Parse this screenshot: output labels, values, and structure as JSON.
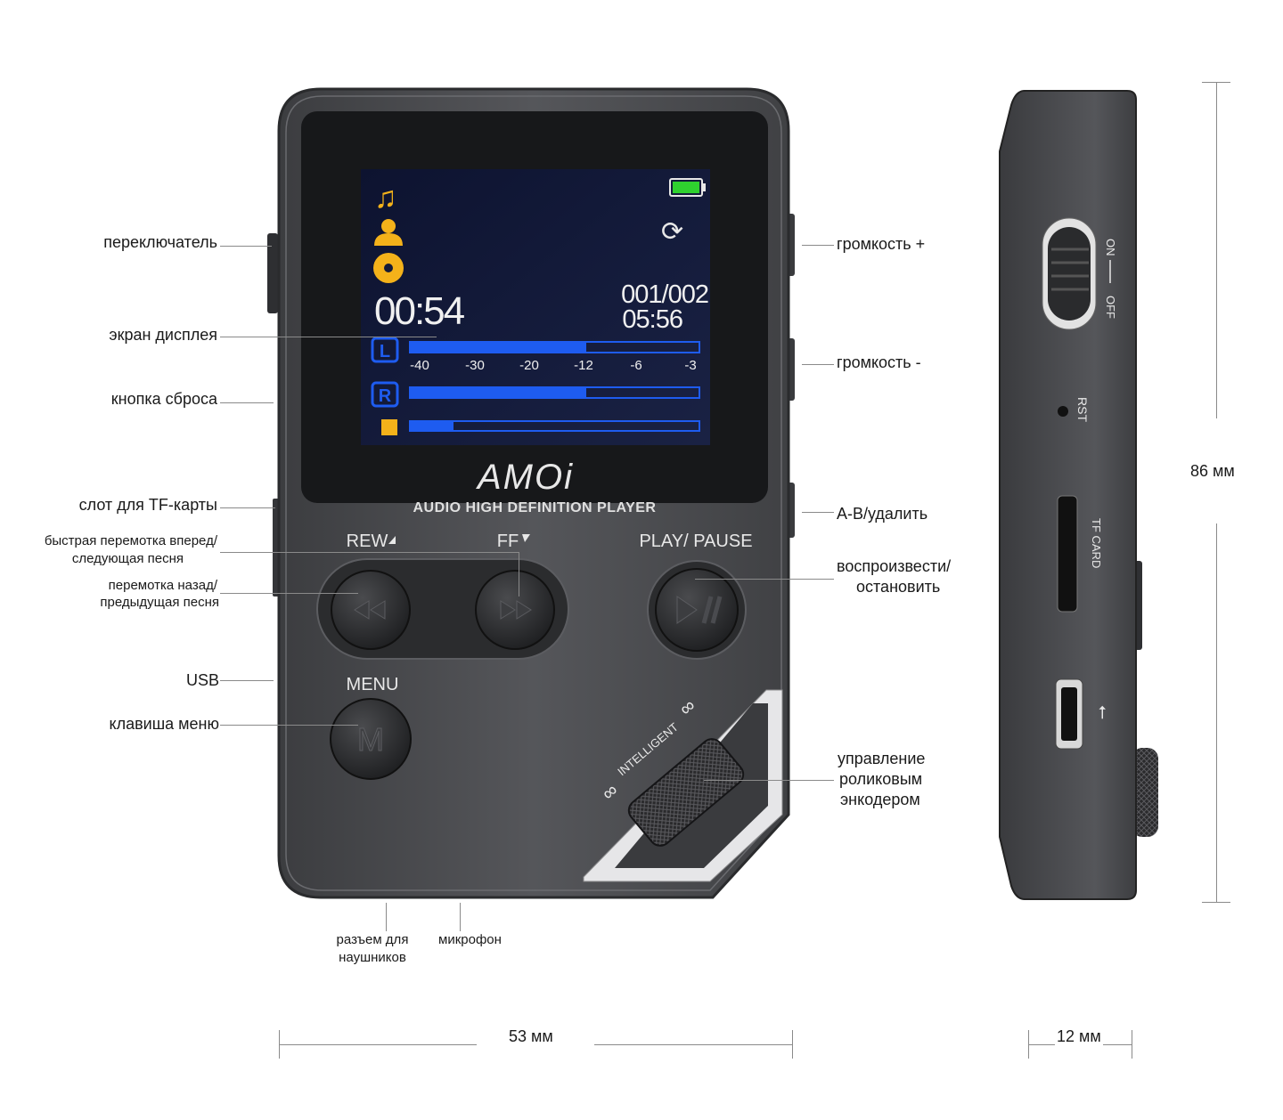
{
  "screen": {
    "elapsed": "00:54",
    "track": "001/002",
    "total": "05:56",
    "channel_left": "L",
    "channel_right": "R",
    "meter_ticks": [
      "-40",
      "-30",
      "-20",
      "-12",
      "-6",
      "-3"
    ],
    "level_left": 0.61,
    "level_right": 0.61,
    "progress": 0.15
  },
  "device": {
    "brand": "AMOi",
    "tagline": "AUDIO HIGH DEFINITION PLAYER",
    "rew_label": "REW",
    "ff_label": "FF",
    "play_label": "PLAY/ PAUSE",
    "menu_label": "MENU",
    "menu_key": "M",
    "wheel_label": "INTELLIGENT"
  },
  "side": {
    "on": "ON",
    "off": "OFF",
    "rst": "RST",
    "tf": "TF CARD"
  },
  "labels": {
    "switch": "переключатель",
    "screen": "экран дисплея",
    "reset": "кнопка сброса",
    "tf_slot": "слот для TF-карты",
    "ff_desc_1": "быстрая перемотка вперед/",
    "ff_desc_2": "следующая песня",
    "rew_desc_1": "перемотка назад/",
    "rew_desc_2": "предыдущая песня",
    "usb": "USB",
    "menu_key": "клавиша меню",
    "vol_up": "громкость +",
    "vol_down": "громкость -",
    "ab_delete": "A-B/удалить",
    "play_1": "воспроизвести/",
    "play_2": "остановить",
    "encoder_1": "управление",
    "encoder_2": "роликовым",
    "encoder_3": "энкодером",
    "headphone_1": "разъем для",
    "headphone_2": "наушников",
    "mic": "микрофон"
  },
  "dimensions": {
    "height": "86 мм",
    "width": "53 мм",
    "depth": "12 мм"
  },
  "colors": {
    "body": "#4a4b4e",
    "screen_bg": "#131a38",
    "meter_blue": "#1e5cf0",
    "icon_amber": "#f4b21a",
    "battery_green": "#2fd12f"
  }
}
